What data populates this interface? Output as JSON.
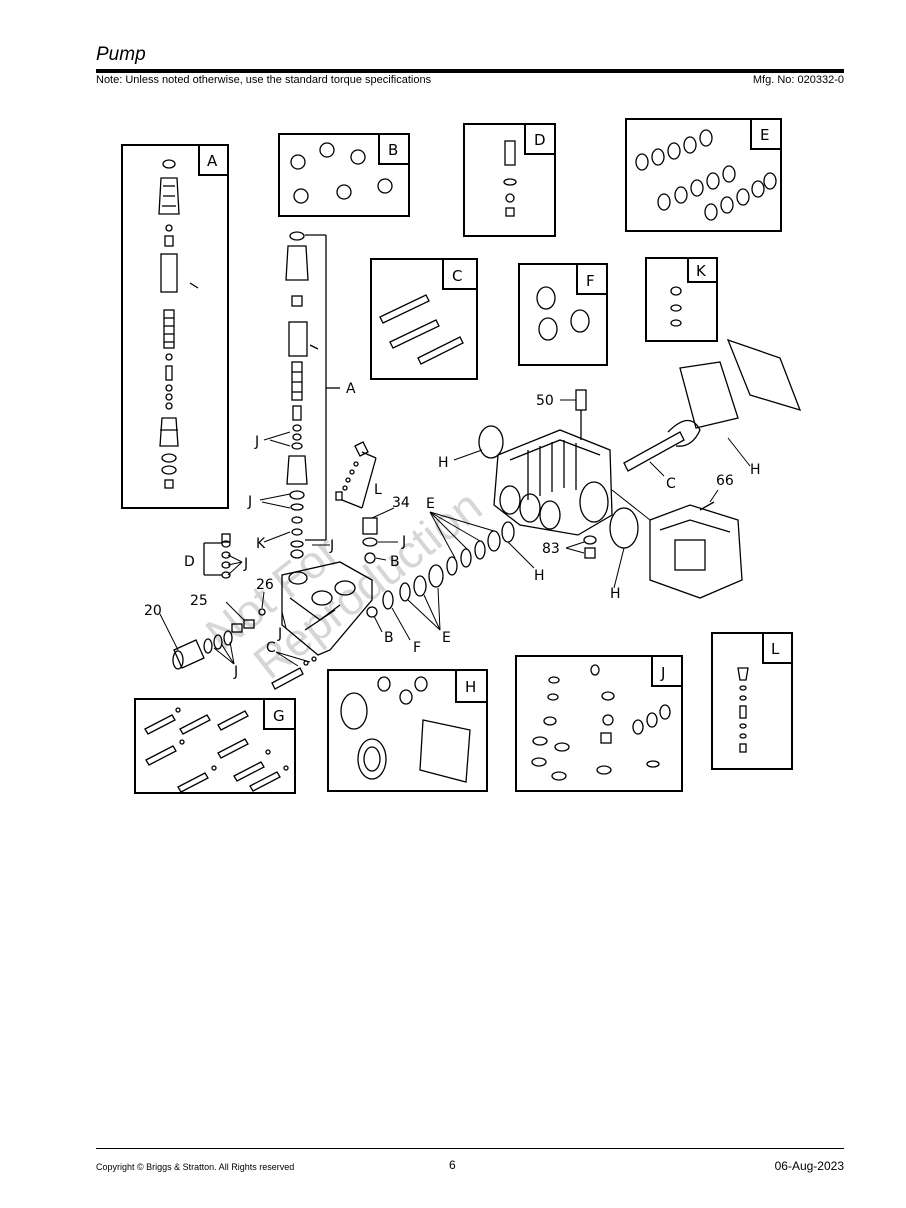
{
  "header": {
    "title": "Pump",
    "note": "Note: Unless noted otherwise, use the standard torque specifications",
    "mfg": "Mfg. No: 020332-0"
  },
  "diagram": {
    "watermark_line1": "Not For",
    "watermark_line2": "Reproduction",
    "kit_boxes": [
      "A",
      "B",
      "C",
      "D",
      "E",
      "F",
      "G",
      "H",
      "J",
      "K",
      "L"
    ],
    "callouts": {
      "a": "A",
      "b1": "B",
      "b2": "B",
      "c1": "C",
      "c2": "C",
      "d": "D",
      "e1": "E",
      "e2": "E",
      "f": "F",
      "h1": "H",
      "h2": "H",
      "h3": "H",
      "h4": "H",
      "j1": "J",
      "j2": "J",
      "j3": "J",
      "j4": "J",
      "j5": "J",
      "j6": "J",
      "j7": "J",
      "k": "K",
      "l": "L",
      "n20": "20",
      "n25": "25",
      "n26": "26",
      "n34": "34",
      "n50": "50",
      "n66": "66",
      "n83": "83"
    }
  },
  "footer": {
    "copyright": "Copyright ©  Briggs & Stratton. All Rights reserved",
    "page": "6",
    "date": "06-Aug-2023"
  }
}
